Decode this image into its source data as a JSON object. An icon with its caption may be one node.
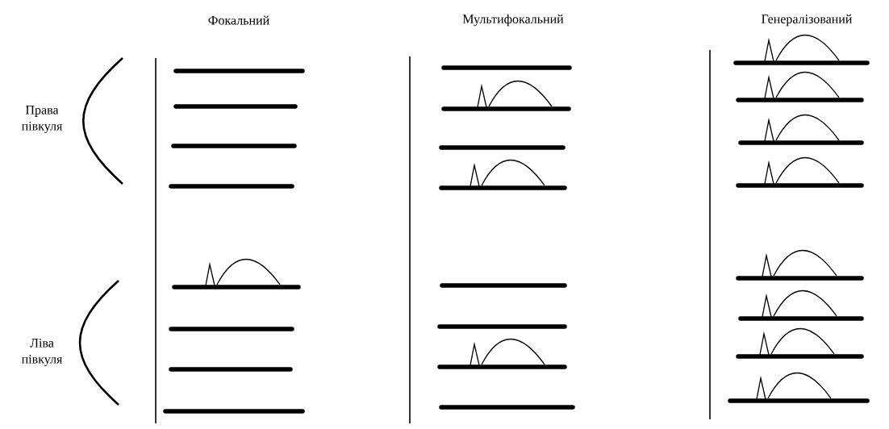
{
  "diagram": {
    "labels": [
      "Фокальний",
      "Мультифокальний",
      "Генералізований",
      "Права півкуля",
      "Ліва півкуля"
    ]
  }
}
